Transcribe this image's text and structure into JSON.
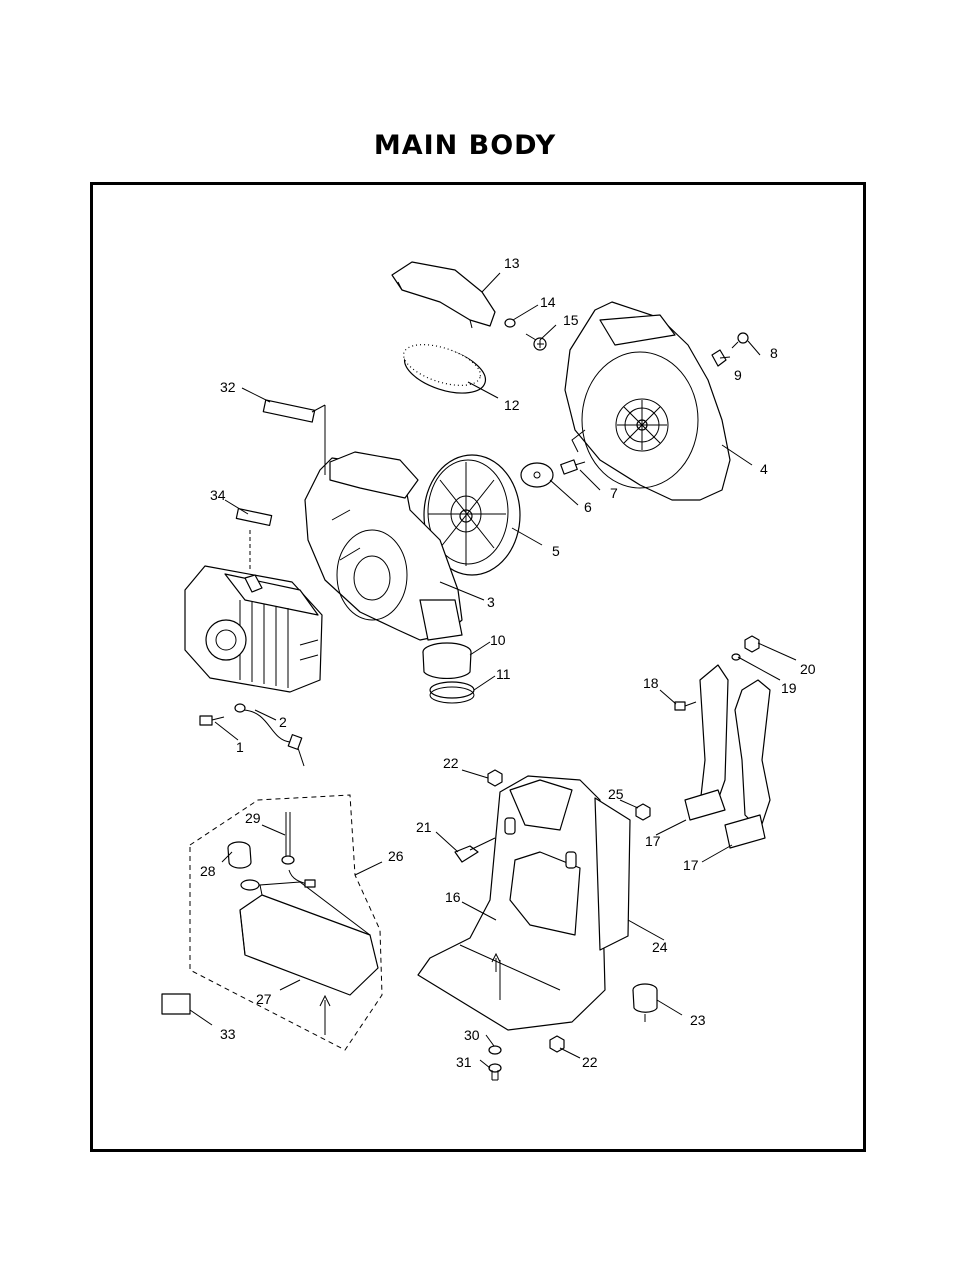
{
  "title": "MAIN BODY",
  "parts": [
    {
      "key": "p1",
      "label": "1"
    },
    {
      "key": "p2",
      "label": "2"
    },
    {
      "key": "p3",
      "label": "3"
    },
    {
      "key": "p4",
      "label": "4"
    },
    {
      "key": "p5",
      "label": "5"
    },
    {
      "key": "p6",
      "label": "6"
    },
    {
      "key": "p7",
      "label": "7"
    },
    {
      "key": "p8",
      "label": "8"
    },
    {
      "key": "p9",
      "label": "9"
    },
    {
      "key": "p10",
      "label": "10"
    },
    {
      "key": "p11",
      "label": "11"
    },
    {
      "key": "p12",
      "label": "12"
    },
    {
      "key": "p13",
      "label": "13"
    },
    {
      "key": "p14",
      "label": "14"
    },
    {
      "key": "p15",
      "label": "15"
    },
    {
      "key": "p16",
      "label": "16"
    },
    {
      "key": "p17a",
      "label": "17"
    },
    {
      "key": "p17b",
      "label": "17"
    },
    {
      "key": "p18",
      "label": "18"
    },
    {
      "key": "p19",
      "label": "19"
    },
    {
      "key": "p20",
      "label": "20"
    },
    {
      "key": "p21",
      "label": "21"
    },
    {
      "key": "p22a",
      "label": "22"
    },
    {
      "key": "p22b",
      "label": "22"
    },
    {
      "key": "p23",
      "label": "23"
    },
    {
      "key": "p24",
      "label": "24"
    },
    {
      "key": "p25",
      "label": "25"
    },
    {
      "key": "p26",
      "label": "26"
    },
    {
      "key": "p27",
      "label": "27"
    },
    {
      "key": "p28",
      "label": "28"
    },
    {
      "key": "p29",
      "label": "29"
    },
    {
      "key": "p30",
      "label": "30"
    },
    {
      "key": "p31",
      "label": "31"
    },
    {
      "key": "p32",
      "label": "32"
    },
    {
      "key": "p33",
      "label": "33"
    },
    {
      "key": "p34",
      "label": "34"
    }
  ]
}
